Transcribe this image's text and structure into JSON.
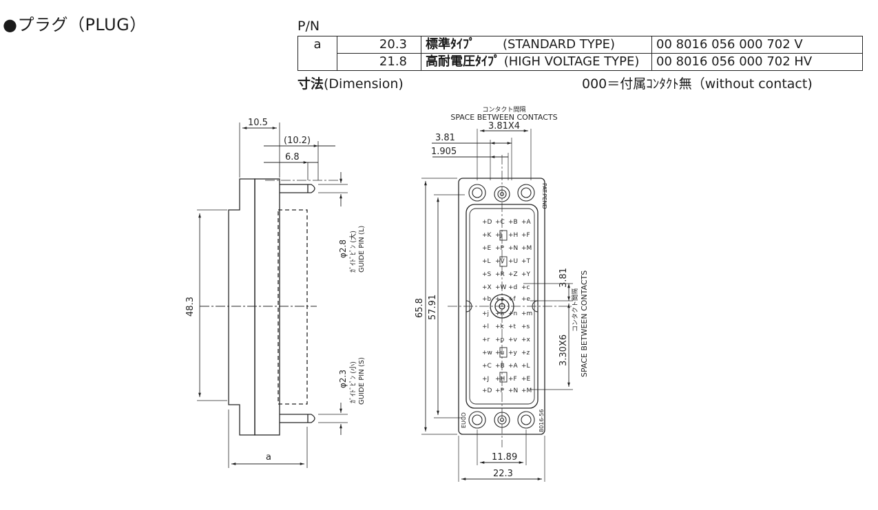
{
  "heading": "●プラグ（PLUG）",
  "pn_label": "P/N",
  "table": {
    "a_label": "a",
    "rows": [
      {
        "a": "20.3",
        "type_jp": "標準ﾀｲﾌﾟ",
        "type_en": "(STANDARD TYPE)",
        "pn": "00  8016  056  000  702  V"
      },
      {
        "a": "21.8",
        "type_jp": "高耐電圧ﾀｲﾌﾟ",
        "type_en": "(HIGH VOLTAGE TYPE)",
        "pn": "00  8016  056  000  702  HV"
      }
    ]
  },
  "dimension_label": "寸法",
  "dimension_label_en": "(Dimension)",
  "note": "000＝付属ｺﾝﾀｸﾄ無（without  contact)",
  "side_view": {
    "w": "10.5",
    "pin_len": "(10.2)",
    "pin_len2": "6.8",
    "height": "48.3",
    "a": "a",
    "guide_l_dia": "φ2.8",
    "guide_l_jp": "ｶﾞｲﾄﾞﾋﾟﾝ (大)",
    "guide_l_en": "GUIDE PIN (L)",
    "guide_s_dia": "φ2.3",
    "guide_s_jp": "ｶﾞｲﾄﾞﾋﾟﾝ (小)",
    "guide_s_en": "GUIDE PIN (S)"
  },
  "front_view": {
    "spacing_jp": "コンタクト間隔",
    "spacing_en": "SPACE BETWEEN CONTACTS",
    "spacing_val": "3.81X4",
    "pitch": "3.81",
    "half_pitch": "1.905",
    "outer_h": "65.8",
    "inner_h": "57.91",
    "right_pitch": "3.81",
    "right_span": "3.30X6",
    "guide_spacing": "11.89",
    "width": "22.3",
    "mark_top": "PAT.PEND",
    "mark_bl": "EUCO",
    "mark_br": "8016-56",
    "contacts": [
      "D",
      "C",
      "B",
      "A",
      "K",
      "J",
      "H",
      "F",
      "E",
      "P",
      "N",
      "M",
      "L",
      "V",
      "U",
      "T",
      "S",
      "R",
      "Z",
      "Y",
      "X",
      "W",
      "d",
      "c",
      "b",
      "a",
      "f",
      "e",
      "j",
      "h",
      "n",
      "m",
      "l",
      "k",
      "t",
      "s",
      "r",
      "p",
      "v",
      "x",
      "w",
      "u",
      "y",
      "z",
      "C",
      "B",
      "A",
      "L",
      "J",
      "H",
      "F",
      "E",
      "D",
      "P",
      "N",
      "M"
    ]
  }
}
